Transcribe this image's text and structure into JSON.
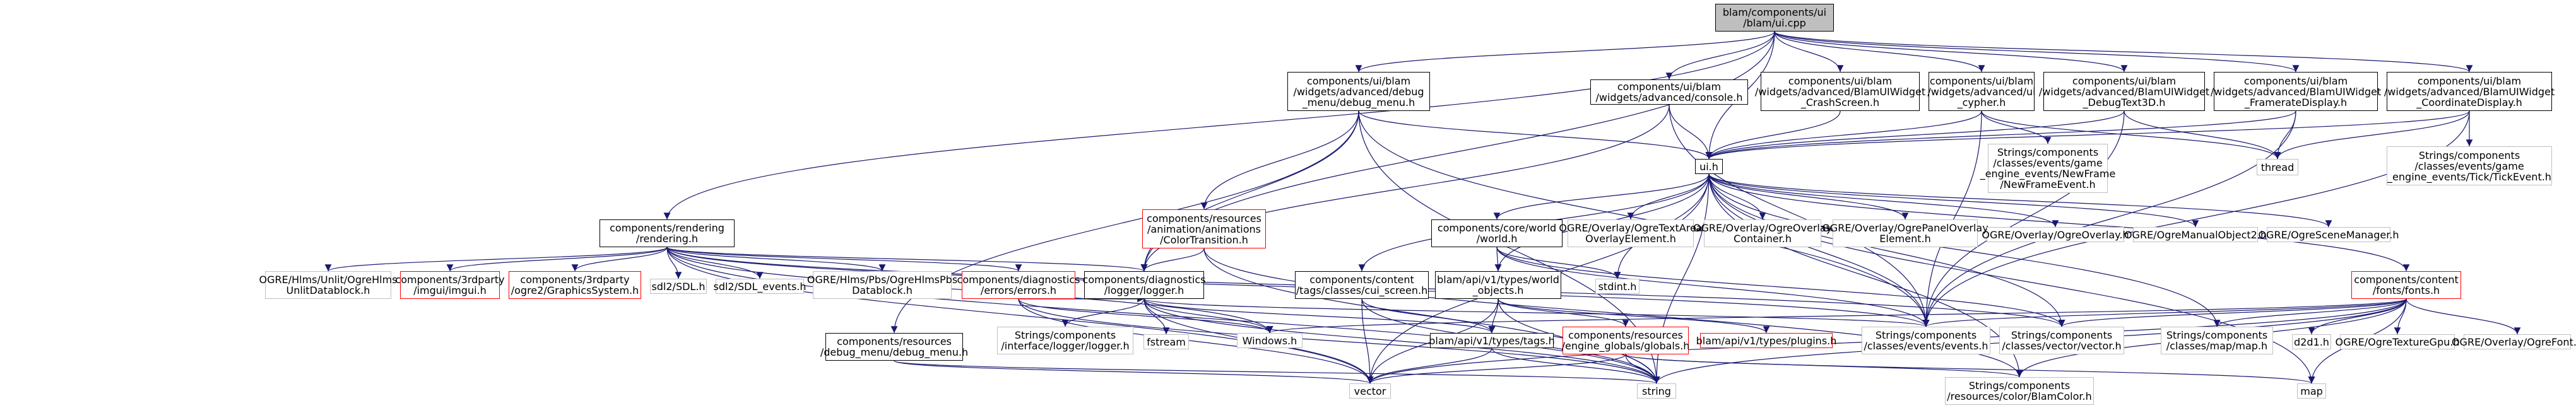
{
  "colors": {
    "edge": "#191970",
    "border_default": "#000000",
    "border_external": "#bfbfbf",
    "border_missing": "#ff0000",
    "root_fill": "#bfbfbf"
  },
  "nodes": [
    {
      "id": "root",
      "label": "blam/components/ui\n/blam/ui.cpp",
      "style": "root"
    },
    {
      "id": "dbgmenu",
      "label": "components/ui/blam\n/widgets/advanced/debug\n_menu/debug_menu.h",
      "style": "std"
    },
    {
      "id": "console",
      "label": "components/ui/blam\n/widgets/advanced/console.h",
      "style": "std"
    },
    {
      "id": "crash",
      "label": "components/ui/blam\n/widgets/advanced/BlamUIWidget\n_CrashScreen.h",
      "style": "std"
    },
    {
      "id": "cypher",
      "label": "components/ui/blam\n/widgets/advanced/ui\n_cypher.h",
      "style": "std"
    },
    {
      "id": "dbgtext",
      "label": "components/ui/blam\n/widgets/advanced/BlamUIWidget\n_DebugText3D.h",
      "style": "std"
    },
    {
      "id": "framerate",
      "label": "components/ui/blam\n/widgets/advanced/BlamUIWidget\n_FramerateDisplay.h",
      "style": "std"
    },
    {
      "id": "coords",
      "label": "components/ui/blam\n/widgets/advanced/BlamUIWidget\n_CoordinateDisplay.h",
      "style": "std"
    },
    {
      "id": "newframe",
      "label": "Strings/components\n/classes/events/game\n_engine_events/NewFrame\n/NewFrameEvent.h",
      "style": "ext"
    },
    {
      "id": "thread",
      "label": "thread",
      "style": "ext"
    },
    {
      "id": "tick",
      "label": "Strings/components\n/classes/events/game\n_engine_events/Tick/TickEvent.h",
      "style": "ext"
    },
    {
      "id": "uih",
      "label": "ui.h",
      "style": "std"
    },
    {
      "id": "rendering",
      "label": "components/rendering\n/rendering.h",
      "style": "std"
    },
    {
      "id": "colortrans",
      "label": "components/resources\n/animation/animations\n/ColorTransition.h",
      "style": "red"
    },
    {
      "id": "world",
      "label": "components/core/world\n/world.h",
      "style": "std"
    },
    {
      "id": "textarea",
      "label": "OGRE/Overlay/OgreTextArea\nOverlayElement.h",
      "style": "ext"
    },
    {
      "id": "ovcontainer",
      "label": "OGRE/Overlay/OgreOverlay\nContainer.h",
      "style": "ext"
    },
    {
      "id": "ovpanel",
      "label": "OGRE/Overlay/OgrePanelOverlay\nElement.h",
      "style": "ext"
    },
    {
      "id": "ogreoverlay",
      "label": "OGRE/Overlay/OgreOverlay.h",
      "style": "ext"
    },
    {
      "id": "manualobj",
      "label": "OGRE/OgreManualObject2.h",
      "style": "ext"
    },
    {
      "id": "scenemgr",
      "label": "OGRE/OgreSceneManager.h",
      "style": "ext"
    },
    {
      "id": "hlms",
      "label": "OGRE/Hlms/Unlit/OgreHlms\nUnlitDatablock.h",
      "style": "ext"
    },
    {
      "id": "imgui",
      "label": "components/3rdparty\n/imgui/imgui.h",
      "style": "red"
    },
    {
      "id": "ogre2gfx",
      "label": "components/3rdparty\n/ogre2/GraphicsSystem.h",
      "style": "red"
    },
    {
      "id": "sdl",
      "label": "sdl2/SDL.h",
      "style": "ext"
    },
    {
      "id": "sdlevents",
      "label": "sdl2/SDL_events.h",
      "style": "ext"
    },
    {
      "id": "pbs",
      "label": "OGRE/Hlms/Pbs/OgreHlmsPbs\nDatablock.h",
      "style": "ext"
    },
    {
      "id": "errors",
      "label": "components/diagnostics\n/errors/errors.h",
      "style": "red"
    },
    {
      "id": "logger",
      "label": "components/diagnostics\n/logger/logger.h",
      "style": "std"
    },
    {
      "id": "curscreen",
      "label": "components/content\n/tags/classes/cui_screen.h",
      "style": "std"
    },
    {
      "id": "worldobjs",
      "label": "blam/api/v1/types/world\n_objects.h",
      "style": "std"
    },
    {
      "id": "stdint",
      "label": "stdint.h",
      "style": "ext"
    },
    {
      "id": "fonts",
      "label": "components/content\n/fonts/fonts.h",
      "style": "red"
    },
    {
      "id": "dbgmenures",
      "label": "components/resources\n/debug_menu/debug_menu.h",
      "style": "std"
    },
    {
      "id": "iflogger",
      "label": "Strings/components\n/interface/logger/logger.h",
      "style": "ext"
    },
    {
      "id": "fstream",
      "label": "fstream",
      "style": "ext"
    },
    {
      "id": "windows",
      "label": "Windows.h",
      "style": "ext"
    },
    {
      "id": "tags",
      "label": "blam/api/v1/types/tags.h",
      "style": "std"
    },
    {
      "id": "globals",
      "label": "components/resources\n/engine_globals/globals.h",
      "style": "red"
    },
    {
      "id": "plugins",
      "label": "blam/api/v1/types/plugins.h",
      "style": "red"
    },
    {
      "id": "events",
      "label": "Strings/components\n/classes/events/events.h",
      "style": "ext"
    },
    {
      "id": "vectorh",
      "label": "Strings/components\n/classes/vector/vector.h",
      "style": "ext"
    },
    {
      "id": "maph",
      "label": "Strings/components\n/classes/map/map.h",
      "style": "ext"
    },
    {
      "id": "d2d1",
      "label": "d2d1.h",
      "style": "ext"
    },
    {
      "id": "texgpu",
      "label": "OGRE/OgreTextureGpu.h",
      "style": "ext"
    },
    {
      "id": "ogrefont",
      "label": "OGRE/Overlay/OgreFont.h",
      "style": "ext"
    },
    {
      "id": "vector",
      "label": "vector",
      "style": "ext"
    },
    {
      "id": "string",
      "label": "string",
      "style": "ext"
    },
    {
      "id": "blamcolor",
      "label": "Strings/components\n/resources/color/BlamColor.h",
      "style": "ext"
    },
    {
      "id": "map",
      "label": "map",
      "style": "ext"
    }
  ],
  "edges": [
    [
      "root",
      "dbgmenu"
    ],
    [
      "root",
      "console"
    ],
    [
      "root",
      "crash"
    ],
    [
      "root",
      "cypher"
    ],
    [
      "root",
      "dbgtext"
    ],
    [
      "root",
      "framerate"
    ],
    [
      "root",
      "coords"
    ],
    [
      "root",
      "uih"
    ],
    [
      "root",
      "rendering"
    ],
    [
      "root",
      "logger"
    ],
    [
      "dbgmenu",
      "uih"
    ],
    [
      "dbgmenu",
      "colortrans"
    ],
    [
      "dbgmenu",
      "dbgmenures"
    ],
    [
      "dbgmenu",
      "logger"
    ],
    [
      "dbgmenu",
      "string"
    ],
    [
      "dbgmenu",
      "events"
    ],
    [
      "console",
      "uih"
    ],
    [
      "console",
      "events"
    ],
    [
      "console",
      "logger"
    ],
    [
      "crash",
      "uih"
    ],
    [
      "cypher",
      "uih"
    ],
    [
      "cypher",
      "newframe"
    ],
    [
      "cypher",
      "thread"
    ],
    [
      "cypher",
      "events"
    ],
    [
      "dbgtext",
      "uih"
    ],
    [
      "dbgtext",
      "thread"
    ],
    [
      "dbgtext",
      "events"
    ],
    [
      "framerate",
      "uih"
    ],
    [
      "framerate",
      "thread"
    ],
    [
      "framerate",
      "events"
    ],
    [
      "coords",
      "uih"
    ],
    [
      "coords",
      "thread"
    ],
    [
      "coords",
      "tick"
    ],
    [
      "coords",
      "events"
    ],
    [
      "uih",
      "world"
    ],
    [
      "uih",
      "textarea"
    ],
    [
      "uih",
      "ovcontainer"
    ],
    [
      "uih",
      "ovpanel"
    ],
    [
      "uih",
      "ogreoverlay"
    ],
    [
      "uih",
      "manualobj"
    ],
    [
      "uih",
      "scenemgr"
    ],
    [
      "uih",
      "fonts"
    ],
    [
      "uih",
      "curscreen"
    ],
    [
      "uih",
      "worldobjs"
    ],
    [
      "uih",
      "stdint"
    ],
    [
      "uih",
      "events"
    ],
    [
      "uih",
      "vectorh"
    ],
    [
      "uih",
      "maph"
    ],
    [
      "uih",
      "vector"
    ],
    [
      "uih",
      "string"
    ],
    [
      "uih",
      "blamcolor"
    ],
    [
      "uih",
      "map"
    ],
    [
      "rendering",
      "hlms"
    ],
    [
      "rendering",
      "imgui"
    ],
    [
      "rendering",
      "ogre2gfx"
    ],
    [
      "rendering",
      "sdl"
    ],
    [
      "rendering",
      "sdlevents"
    ],
    [
      "rendering",
      "pbs"
    ],
    [
      "rendering",
      "errors"
    ],
    [
      "rendering",
      "logger"
    ],
    [
      "rendering",
      "windows"
    ],
    [
      "rendering",
      "string"
    ],
    [
      "rendering",
      "vector"
    ],
    [
      "rendering",
      "events"
    ],
    [
      "rendering",
      "vectorh"
    ],
    [
      "colortrans",
      "logger"
    ],
    [
      "colortrans",
      "string"
    ],
    [
      "colortrans",
      "blamcolor"
    ],
    [
      "world",
      "worldobjs"
    ],
    [
      "world",
      "stdint"
    ],
    [
      "world",
      "vectorh"
    ],
    [
      "world",
      "events"
    ],
    [
      "errors",
      "logger"
    ],
    [
      "errors",
      "string"
    ],
    [
      "errors",
      "vector"
    ],
    [
      "errors",
      "windows"
    ],
    [
      "logger",
      "iflogger"
    ],
    [
      "logger",
      "fstream"
    ],
    [
      "logger",
      "windows"
    ],
    [
      "logger",
      "vector"
    ],
    [
      "logger",
      "string"
    ],
    [
      "logger",
      "events"
    ],
    [
      "logger",
      "tags"
    ],
    [
      "curscreen",
      "tags"
    ],
    [
      "curscreen",
      "string"
    ],
    [
      "curscreen",
      "vector"
    ],
    [
      "worldobjs",
      "tags"
    ],
    [
      "worldobjs",
      "plugins"
    ],
    [
      "worldobjs",
      "globals"
    ],
    [
      "worldobjs",
      "vector"
    ],
    [
      "worldobjs",
      "string"
    ],
    [
      "fonts",
      "d2d1"
    ],
    [
      "fonts",
      "texgpu"
    ],
    [
      "fonts",
      "ogrefont"
    ],
    [
      "fonts",
      "string"
    ],
    [
      "fonts",
      "map"
    ],
    [
      "fonts",
      "vectorh"
    ],
    [
      "fonts",
      "maph"
    ],
    [
      "fonts",
      "events"
    ],
    [
      "fonts",
      "windows"
    ],
    [
      "fonts",
      "blamcolor"
    ],
    [
      "fonts",
      "vector"
    ],
    [
      "dbgmenures",
      "vector"
    ],
    [
      "dbgmenures",
      "string"
    ],
    [
      "tags",
      "vector"
    ],
    [
      "tags",
      "string"
    ],
    [
      "globals",
      "string"
    ],
    [
      "globals",
      "vector"
    ],
    [
      "globals",
      "blamcolor"
    ],
    [
      "globals",
      "map"
    ]
  ]
}
